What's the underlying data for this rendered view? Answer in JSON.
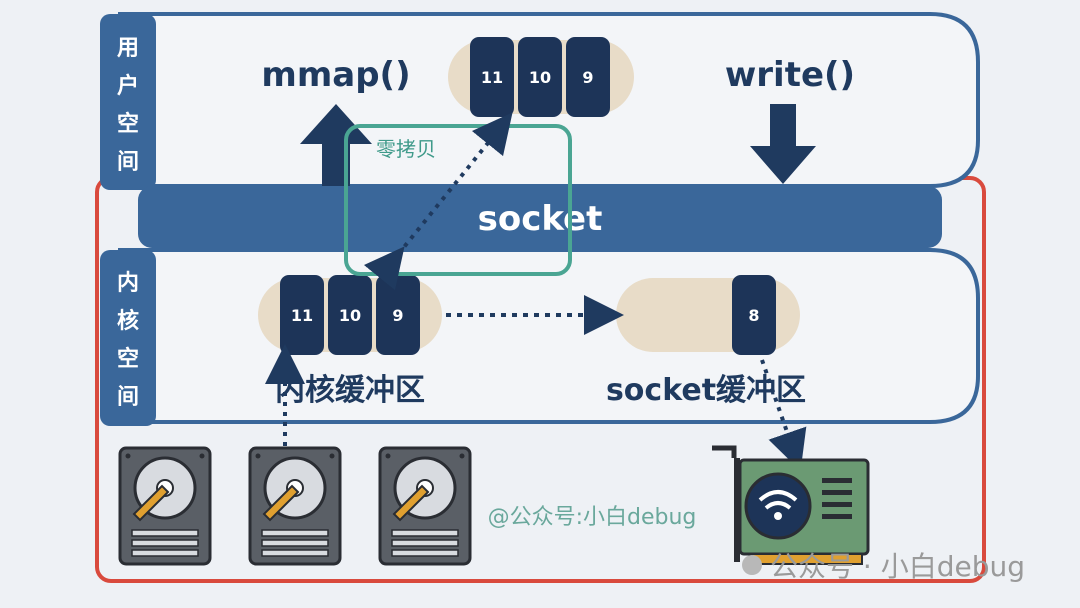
{
  "user_space": {
    "label_chars": [
      "用",
      "户",
      "空",
      "间"
    ]
  },
  "kernel_space": {
    "label_chars": [
      "内",
      "核",
      "空",
      "间"
    ]
  },
  "functions": {
    "mmap": "mmap()",
    "write": "write()"
  },
  "user_buffer": {
    "blocks": [
      "11",
      "10",
      "9"
    ]
  },
  "socket_bar": {
    "label": "socket"
  },
  "zero_copy": {
    "label": "零拷贝"
  },
  "kernel_buffer": {
    "blocks": [
      "11",
      "10",
      "9"
    ],
    "label": "内核缓冲区"
  },
  "socket_buffer": {
    "blocks": [
      "8"
    ],
    "label": "socket缓冲区"
  },
  "watermark": {
    "inner": "@公众号:小白debug",
    "corner": "公众号 · 小白debug"
  },
  "colors": {
    "navy": "#1f3a5f",
    "blue": "#3a679a",
    "block": "#1d3458",
    "buffer_bg": "#e8dcc8",
    "kernel_border": "#d94a3d",
    "zero_copy_border": "#4aa593",
    "nic_green": "#6b9a73"
  },
  "icons": [
    "hard-disk-icon",
    "hard-disk-icon",
    "hard-disk-icon",
    "network-card-icon",
    "wifi-icon"
  ]
}
